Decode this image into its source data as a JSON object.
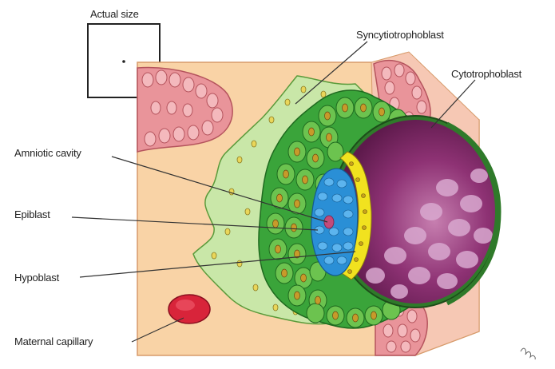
{
  "labels": {
    "actual_size": "Actual size",
    "syncytiotrophoblast": "Syncytiotrophoblast",
    "cytotrophoblast": "Cytotrophoblast",
    "amniotic_cavity": "Amniotic cavity",
    "epiblast": "Epiblast",
    "hypoblast": "Hypoblast",
    "maternal_capillary": "Maternal capillary"
  },
  "colors": {
    "endometrium": "#f9d3a6",
    "gland_tissue": "#e9949a",
    "syncytiotrophoblast": "#c9e7a8",
    "cytotrophoblast": "#3aa43a",
    "epiblast": "#2a8fd6",
    "hypoblast": "#f1e21f",
    "blastocyst_cavity": "#8a2a6c",
    "maternal_capillary": "#d8243a"
  }
}
